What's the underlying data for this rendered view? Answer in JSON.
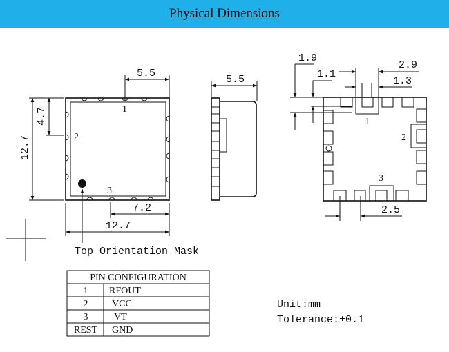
{
  "header": {
    "title": "Physical Dimensions"
  },
  "top_view": {
    "dim_top": "5.5",
    "dim_height": "12.7",
    "dim_pin2": "4.7",
    "dim_pin3": "7.2",
    "dim_width": "12.7",
    "pin1": "1",
    "pin2": "2",
    "pin3": "3",
    "mask_label": "Top Orientation Mask"
  },
  "side_view": {
    "dim_height": "5.5"
  },
  "bottom_view": {
    "dim_a": "1.9",
    "dim_b": "1.1",
    "dim_c": "2.9",
    "dim_d": "1.3",
    "dim_e": "2.5",
    "pin1": "1",
    "pin2": "2",
    "pin3": "3"
  },
  "pin_table": {
    "title": "PIN CONFIGURATION",
    "rows": [
      {
        "pin": "1",
        "function": "RFOUT"
      },
      {
        "pin": "2",
        "function": "VCC"
      },
      {
        "pin": "3",
        "function": "VT"
      },
      {
        "pin": "REST",
        "function": "GND"
      }
    ]
  },
  "notes": {
    "unit": "Unit:mm",
    "tolerance": "Tolerance:±0.1"
  }
}
